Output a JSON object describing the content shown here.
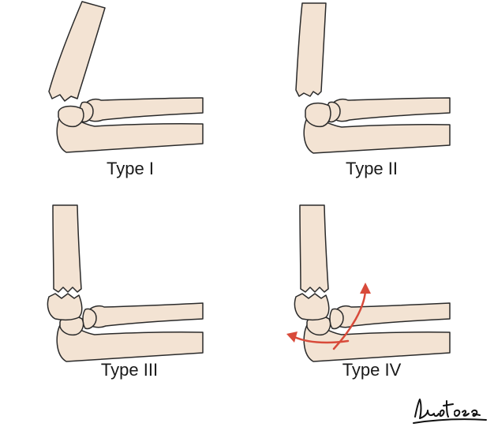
{
  "labels": {
    "type_1": "Type I",
    "type_2": "Type II",
    "type_3": "Type III",
    "type_4": "Type IV"
  },
  "signature": "Bustosa",
  "colors": {
    "bone_fill": "#f3e3d3",
    "bone_stroke": "#2a2a2a",
    "arrow": "#d84a3a"
  }
}
